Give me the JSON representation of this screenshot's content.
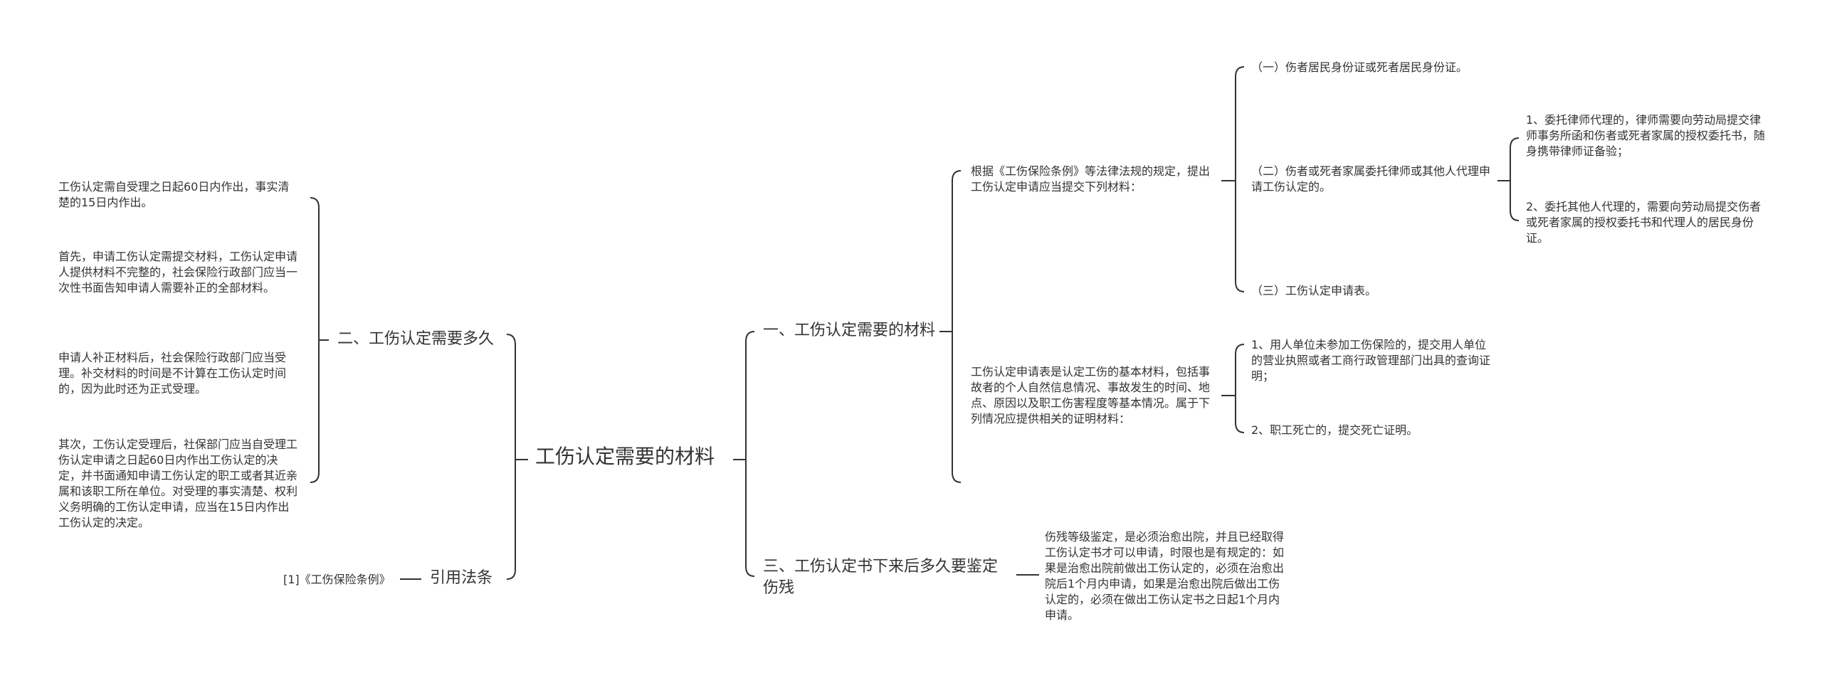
{
  "root": {
    "label": "工伤认定需要的材料"
  },
  "branches": {
    "materials": {
      "label": "一、工伤认定需要的材料",
      "items": {
        "statute_intro": {
          "text": "根据《工伤保险条例》等法律法规的规定，提出工伤认定申请应当提交下列材料：",
          "items": {
            "id_proof": "（一）伤者居民身份证或死者居民身份证。",
            "agent": {
              "text": "（二）伤者或死者家属委托律师或其他人代理申请工伤认定的。",
              "items": {
                "lawyer": "1、委托律师代理的，律师需要向劳动局提交律师事务所函和伤者或死者家属的授权委托书，随身携带律师证备验；",
                "other_agent": "2、委托其他人代理的，需要向劳动局提交伤者或死者家属的授权委托书和代理人的居民身份证。"
              }
            },
            "form": "（三）工伤认定申请表。"
          }
        },
        "form_basic": {
          "text": "工伤认定申请表是认定工伤的基本材料，包括事故者的个人自然信息情况、事故发生的时间、地点、原因以及职工伤害程度等基本情况。属于下列情况应提供相关的证明材料：",
          "items": {
            "uninsured": "1、用人单位未参加工伤保险的，提交用人单位的营业执照或者工商行政管理部门出具的查询证明；",
            "death": "2、职工死亡的，提交死亡证明。"
          }
        }
      }
    },
    "duration": {
      "label": "二、工伤认定需要多久",
      "items": {
        "p1": "工伤认定需自受理之日起60日内作出，事实清楚的15日内作出。",
        "p2": "首先，申请工伤认定需提交材料，工伤认定申请人提供材料不完整的，社会保险行政部门应当一次性书面告知申请人需要补正的全部材料。",
        "p3": "申请人补正材料后，社会保险行政部门应当受理。补交材料的时间是不计算在工伤认定时间的，因为此时还为正式受理。",
        "p4": "其次，工伤认定受理后，社保部门应当自受理工伤认定申请之日起60日内作出工伤认定的决定，并书面通知申请工伤认定的职工或者其近亲属和该职工所在单位。对受理的事实清楚、权利义务明确的工伤认定申请，应当在15日内作出工伤认定的决定。"
      }
    },
    "disability": {
      "label": "三、工伤认定书下来后多久要鉴定伤残",
      "items": {
        "p1": "伤残等级鉴定，是必须治愈出院，并且已经取得工伤认定书才可以申请，时限也是有规定的：如果是治愈出院前做出工伤认定的，必须在治愈出院后1个月内申请，如果是治愈出院后做出工伤认定的，必须在做出工伤认定书之日起1个月内申请。"
      }
    },
    "references": {
      "label": "引用法条",
      "items": {
        "r1": "[1]《工伤保险条例》"
      }
    }
  },
  "colors": {
    "line": "#333333",
    "text": "#333333",
    "background": "#ffffff"
  }
}
